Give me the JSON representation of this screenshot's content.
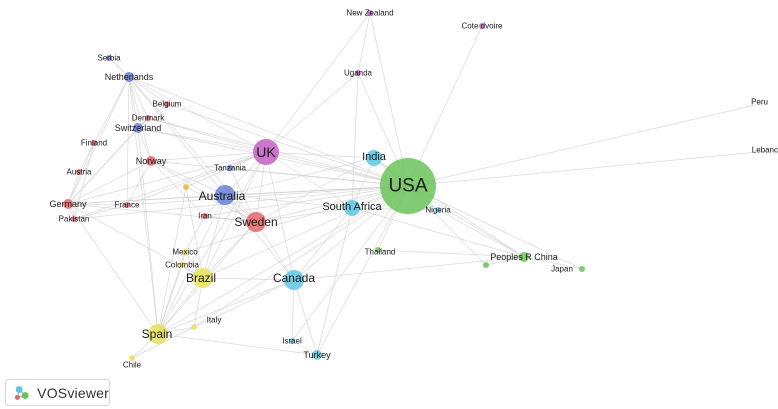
{
  "app": {
    "name": "VOSviewer"
  },
  "colors": {
    "red": "#e8656a",
    "green": "#6cc35a",
    "blue": "#6a7fd6",
    "yellow": "#e6e25a",
    "purple": "#c35fc3",
    "cyan": "#5fc6e3",
    "orange": "#f0b340",
    "edge": "#cccccc"
  },
  "nodes": [
    {
      "id": "usa",
      "label": "USA",
      "cluster": "green",
      "weight": 10
    },
    {
      "id": "uk",
      "label": "UK",
      "cluster": "purple",
      "weight": 5
    },
    {
      "id": "australia",
      "label": "Australia",
      "cluster": "blue",
      "weight": 4
    },
    {
      "id": "sweden",
      "label": "Sweden",
      "cluster": "red",
      "weight": 4
    },
    {
      "id": "canada",
      "label": "Canada",
      "cluster": "cyan",
      "weight": 4
    },
    {
      "id": "brazil",
      "label": "Brazil",
      "cluster": "yellow",
      "weight": 4
    },
    {
      "id": "spain",
      "label": "Spain",
      "cluster": "yellow",
      "weight": 4
    },
    {
      "id": "south-africa",
      "label": "South Africa",
      "cluster": "cyan",
      "weight": 3
    },
    {
      "id": "india",
      "label": "India",
      "cluster": "cyan",
      "weight": 3
    },
    {
      "id": "new-zealand",
      "label": "New Zealand",
      "cluster": "purple",
      "weight": 1
    },
    {
      "id": "cote-divoire",
      "label": "Cote dvoire",
      "cluster": "purple",
      "weight": 1
    },
    {
      "id": "uganda",
      "label": "Uganda",
      "cluster": "purple",
      "weight": 1
    },
    {
      "id": "serbia",
      "label": "Serbia",
      "cluster": "blue",
      "weight": 1
    },
    {
      "id": "netherlands",
      "label": "Netherlands",
      "cluster": "blue",
      "weight": 2
    },
    {
      "id": "belgium",
      "label": "Belgium",
      "cluster": "red",
      "weight": 1
    },
    {
      "id": "denmark",
      "label": "Denmark",
      "cluster": "red",
      "weight": 1
    },
    {
      "id": "switzerland",
      "label": "Switzerland",
      "cluster": "blue",
      "weight": 2
    },
    {
      "id": "finland",
      "label": "Finland",
      "cluster": "red",
      "weight": 1
    },
    {
      "id": "norway",
      "label": "Norway",
      "cluster": "red",
      "weight": 2
    },
    {
      "id": "tanzania",
      "label": "Tanzania",
      "cluster": "blue",
      "weight": 1
    },
    {
      "id": "austria",
      "label": "Austria",
      "cluster": "red",
      "weight": 1
    },
    {
      "id": "germany",
      "label": "Germany",
      "cluster": "red",
      "weight": 2
    },
    {
      "id": "france",
      "label": "France",
      "cluster": "red",
      "weight": 1
    },
    {
      "id": "pakistan",
      "label": "Pakistan",
      "cluster": "red",
      "weight": 1
    },
    {
      "id": "iran",
      "label": "Iran",
      "cluster": "red",
      "weight": 1
    },
    {
      "id": "mexico",
      "label": "Mexico",
      "cluster": "yellow",
      "weight": 1
    },
    {
      "id": "colombia",
      "label": "Colombia",
      "cluster": "yellow",
      "weight": 1
    },
    {
      "id": "italy",
      "label": "Italy",
      "cluster": "yellow",
      "weight": 1
    },
    {
      "id": "chile",
      "label": "Chile",
      "cluster": "yellow",
      "weight": 1
    },
    {
      "id": "israel",
      "label": "Israel",
      "cluster": "cyan",
      "weight": 1
    },
    {
      "id": "turkey",
      "label": "Turkey",
      "cluster": "cyan",
      "weight": 2
    },
    {
      "id": "thailand",
      "label": "Thailand",
      "cluster": "green",
      "weight": 1
    },
    {
      "id": "nigeria",
      "label": "Nigeria",
      "cluster": "cyan",
      "weight": 1
    },
    {
      "id": "peoples-r-china",
      "label": "Peoples R China",
      "cluster": "green",
      "weight": 2
    },
    {
      "id": "japan",
      "label": "Japan",
      "cluster": "green",
      "weight": 1
    },
    {
      "id": "peru",
      "label": "Peru",
      "cluster": "green",
      "weight": 0
    },
    {
      "id": "lebanon",
      "label": "Lebanc",
      "cluster": "green",
      "weight": 0
    },
    {
      "id": "hub-orange",
      "label": "",
      "cluster": "orange",
      "weight": 1
    },
    {
      "id": "hub-green-2",
      "label": "",
      "cluster": "green",
      "weight": 1
    }
  ],
  "edges": [
    [
      "usa",
      "uk"
    ],
    [
      "usa",
      "australia"
    ],
    [
      "usa",
      "sweden"
    ],
    [
      "usa",
      "canada"
    ],
    [
      "usa",
      "brazil"
    ],
    [
      "usa",
      "spain"
    ],
    [
      "usa",
      "south-africa"
    ],
    [
      "usa",
      "india"
    ],
    [
      "usa",
      "new-zealand"
    ],
    [
      "usa",
      "cote-divoire"
    ],
    [
      "usa",
      "uganda"
    ],
    [
      "usa",
      "netherlands"
    ],
    [
      "usa",
      "switzerland"
    ],
    [
      "usa",
      "germany"
    ],
    [
      "usa",
      "norway"
    ],
    [
      "usa",
      "france"
    ],
    [
      "usa",
      "pakistan"
    ],
    [
      "usa",
      "iran"
    ],
    [
      "usa",
      "mexico"
    ],
    [
      "usa",
      "italy"
    ],
    [
      "usa",
      "israel"
    ],
    [
      "usa",
      "turkey"
    ],
    [
      "usa",
      "thailand"
    ],
    [
      "usa",
      "nigeria"
    ],
    [
      "usa",
      "peoples-r-china"
    ],
    [
      "usa",
      "japan"
    ],
    [
      "usa",
      "peru"
    ],
    [
      "usa",
      "lebanon"
    ],
    [
      "usa",
      "denmark"
    ],
    [
      "usa",
      "belgium"
    ],
    [
      "usa",
      "tanzania"
    ],
    [
      "usa",
      "hub-green-2"
    ],
    [
      "uk",
      "australia"
    ],
    [
      "uk",
      "sweden"
    ],
    [
      "uk",
      "canada"
    ],
    [
      "uk",
      "brazil"
    ],
    [
      "uk",
      "south-africa"
    ],
    [
      "uk",
      "india"
    ],
    [
      "uk",
      "netherlands"
    ],
    [
      "uk",
      "germany"
    ],
    [
      "uk",
      "norway"
    ],
    [
      "uk",
      "uganda"
    ],
    [
      "uk",
      "new-zealand"
    ],
    [
      "uk",
      "spain"
    ],
    [
      "uk",
      "switzerland"
    ],
    [
      "uk",
      "pakistan"
    ],
    [
      "uk",
      "france"
    ],
    [
      "uk",
      "denmark"
    ],
    [
      "australia",
      "sweden"
    ],
    [
      "australia",
      "canada"
    ],
    [
      "australia",
      "brazil"
    ],
    [
      "australia",
      "spain"
    ],
    [
      "australia",
      "germany"
    ],
    [
      "australia",
      "netherlands"
    ],
    [
      "australia",
      "india"
    ],
    [
      "australia",
      "south-africa"
    ],
    [
      "australia",
      "iran"
    ],
    [
      "australia",
      "norway"
    ],
    [
      "sweden",
      "canada"
    ],
    [
      "sweden",
      "brazil"
    ],
    [
      "sweden",
      "spain"
    ],
    [
      "sweden",
      "norway"
    ],
    [
      "sweden",
      "germany"
    ],
    [
      "sweden",
      "south-africa"
    ],
    [
      "sweden",
      "india"
    ],
    [
      "sweden",
      "netherlands"
    ],
    [
      "sweden",
      "iran"
    ],
    [
      "canada",
      "brazil"
    ],
    [
      "canada",
      "spain"
    ],
    [
      "canada",
      "israel"
    ],
    [
      "canada",
      "turkey"
    ],
    [
      "canada",
      "south-africa"
    ],
    [
      "canada",
      "italy"
    ],
    [
      "canada",
      "peoples-r-china"
    ],
    [
      "brazil",
      "spain"
    ],
    [
      "brazil",
      "italy"
    ],
    [
      "brazil",
      "mexico"
    ],
    [
      "brazil",
      "colombia"
    ],
    [
      "brazil",
      "germany"
    ],
    [
      "spain",
      "italy"
    ],
    [
      "spain",
      "chile"
    ],
    [
      "spain",
      "mexico"
    ],
    [
      "spain",
      "turkey"
    ],
    [
      "spain",
      "germany"
    ],
    [
      "spain",
      "netherlands"
    ],
    [
      "spain",
      "colombia"
    ],
    [
      "spain",
      "switzerland"
    ],
    [
      "south-africa",
      "india"
    ],
    [
      "south-africa",
      "nigeria"
    ],
    [
      "south-africa",
      "uganda"
    ],
    [
      "south-africa",
      "turkey"
    ],
    [
      "south-africa",
      "peoples-r-china"
    ],
    [
      "india",
      "peoples-r-china"
    ],
    [
      "india",
      "nigeria"
    ],
    [
      "peoples-r-china",
      "japan"
    ],
    [
      "peoples-r-china",
      "hub-green-2"
    ],
    [
      "nigeria",
      "peoples-r-china"
    ],
    [
      "netherlands",
      "germany"
    ],
    [
      "netherlands",
      "switzerland"
    ],
    [
      "netherlands",
      "denmark"
    ],
    [
      "netherlands",
      "belgium"
    ],
    [
      "netherlands",
      "norway"
    ],
    [
      "netherlands",
      "france"
    ],
    [
      "netherlands",
      "finland"
    ],
    [
      "netherlands",
      "serbia"
    ],
    [
      "germany",
      "switzerland"
    ],
    [
      "germany",
      "finland"
    ],
    [
      "germany",
      "austria"
    ],
    [
      "germany",
      "pakistan"
    ],
    [
      "germany",
      "france"
    ],
    [
      "germany",
      "norway"
    ],
    [
      "germany",
      "denmark"
    ],
    [
      "switzerland",
      "denmark"
    ],
    [
      "switzerland",
      "norway"
    ],
    [
      "switzerland",
      "belgium"
    ],
    [
      "finland",
      "pakistan"
    ],
    [
      "finland",
      "austria"
    ],
    [
      "norway",
      "france"
    ],
    [
      "norway",
      "iran"
    ],
    [
      "france",
      "pakistan"
    ],
    [
      "mexico",
      "colombia"
    ],
    [
      "mexico",
      "iran"
    ],
    [
      "italy",
      "chile"
    ],
    [
      "hub-orange",
      "brazil"
    ],
    [
      "hub-orange",
      "spain"
    ],
    [
      "hub-orange",
      "uk"
    ],
    [
      "hub-orange",
      "sweden"
    ],
    [
      "israel",
      "turkey"
    ],
    [
      "thailand",
      "peoples-r-china"
    ],
    [
      "tanzania",
      "sweden"
    ],
    [
      "tanzania",
      "uk"
    ],
    [
      "serbia",
      "netherlands"
    ],
    [
      "uganda",
      "new-zealand"
    ]
  ]
}
